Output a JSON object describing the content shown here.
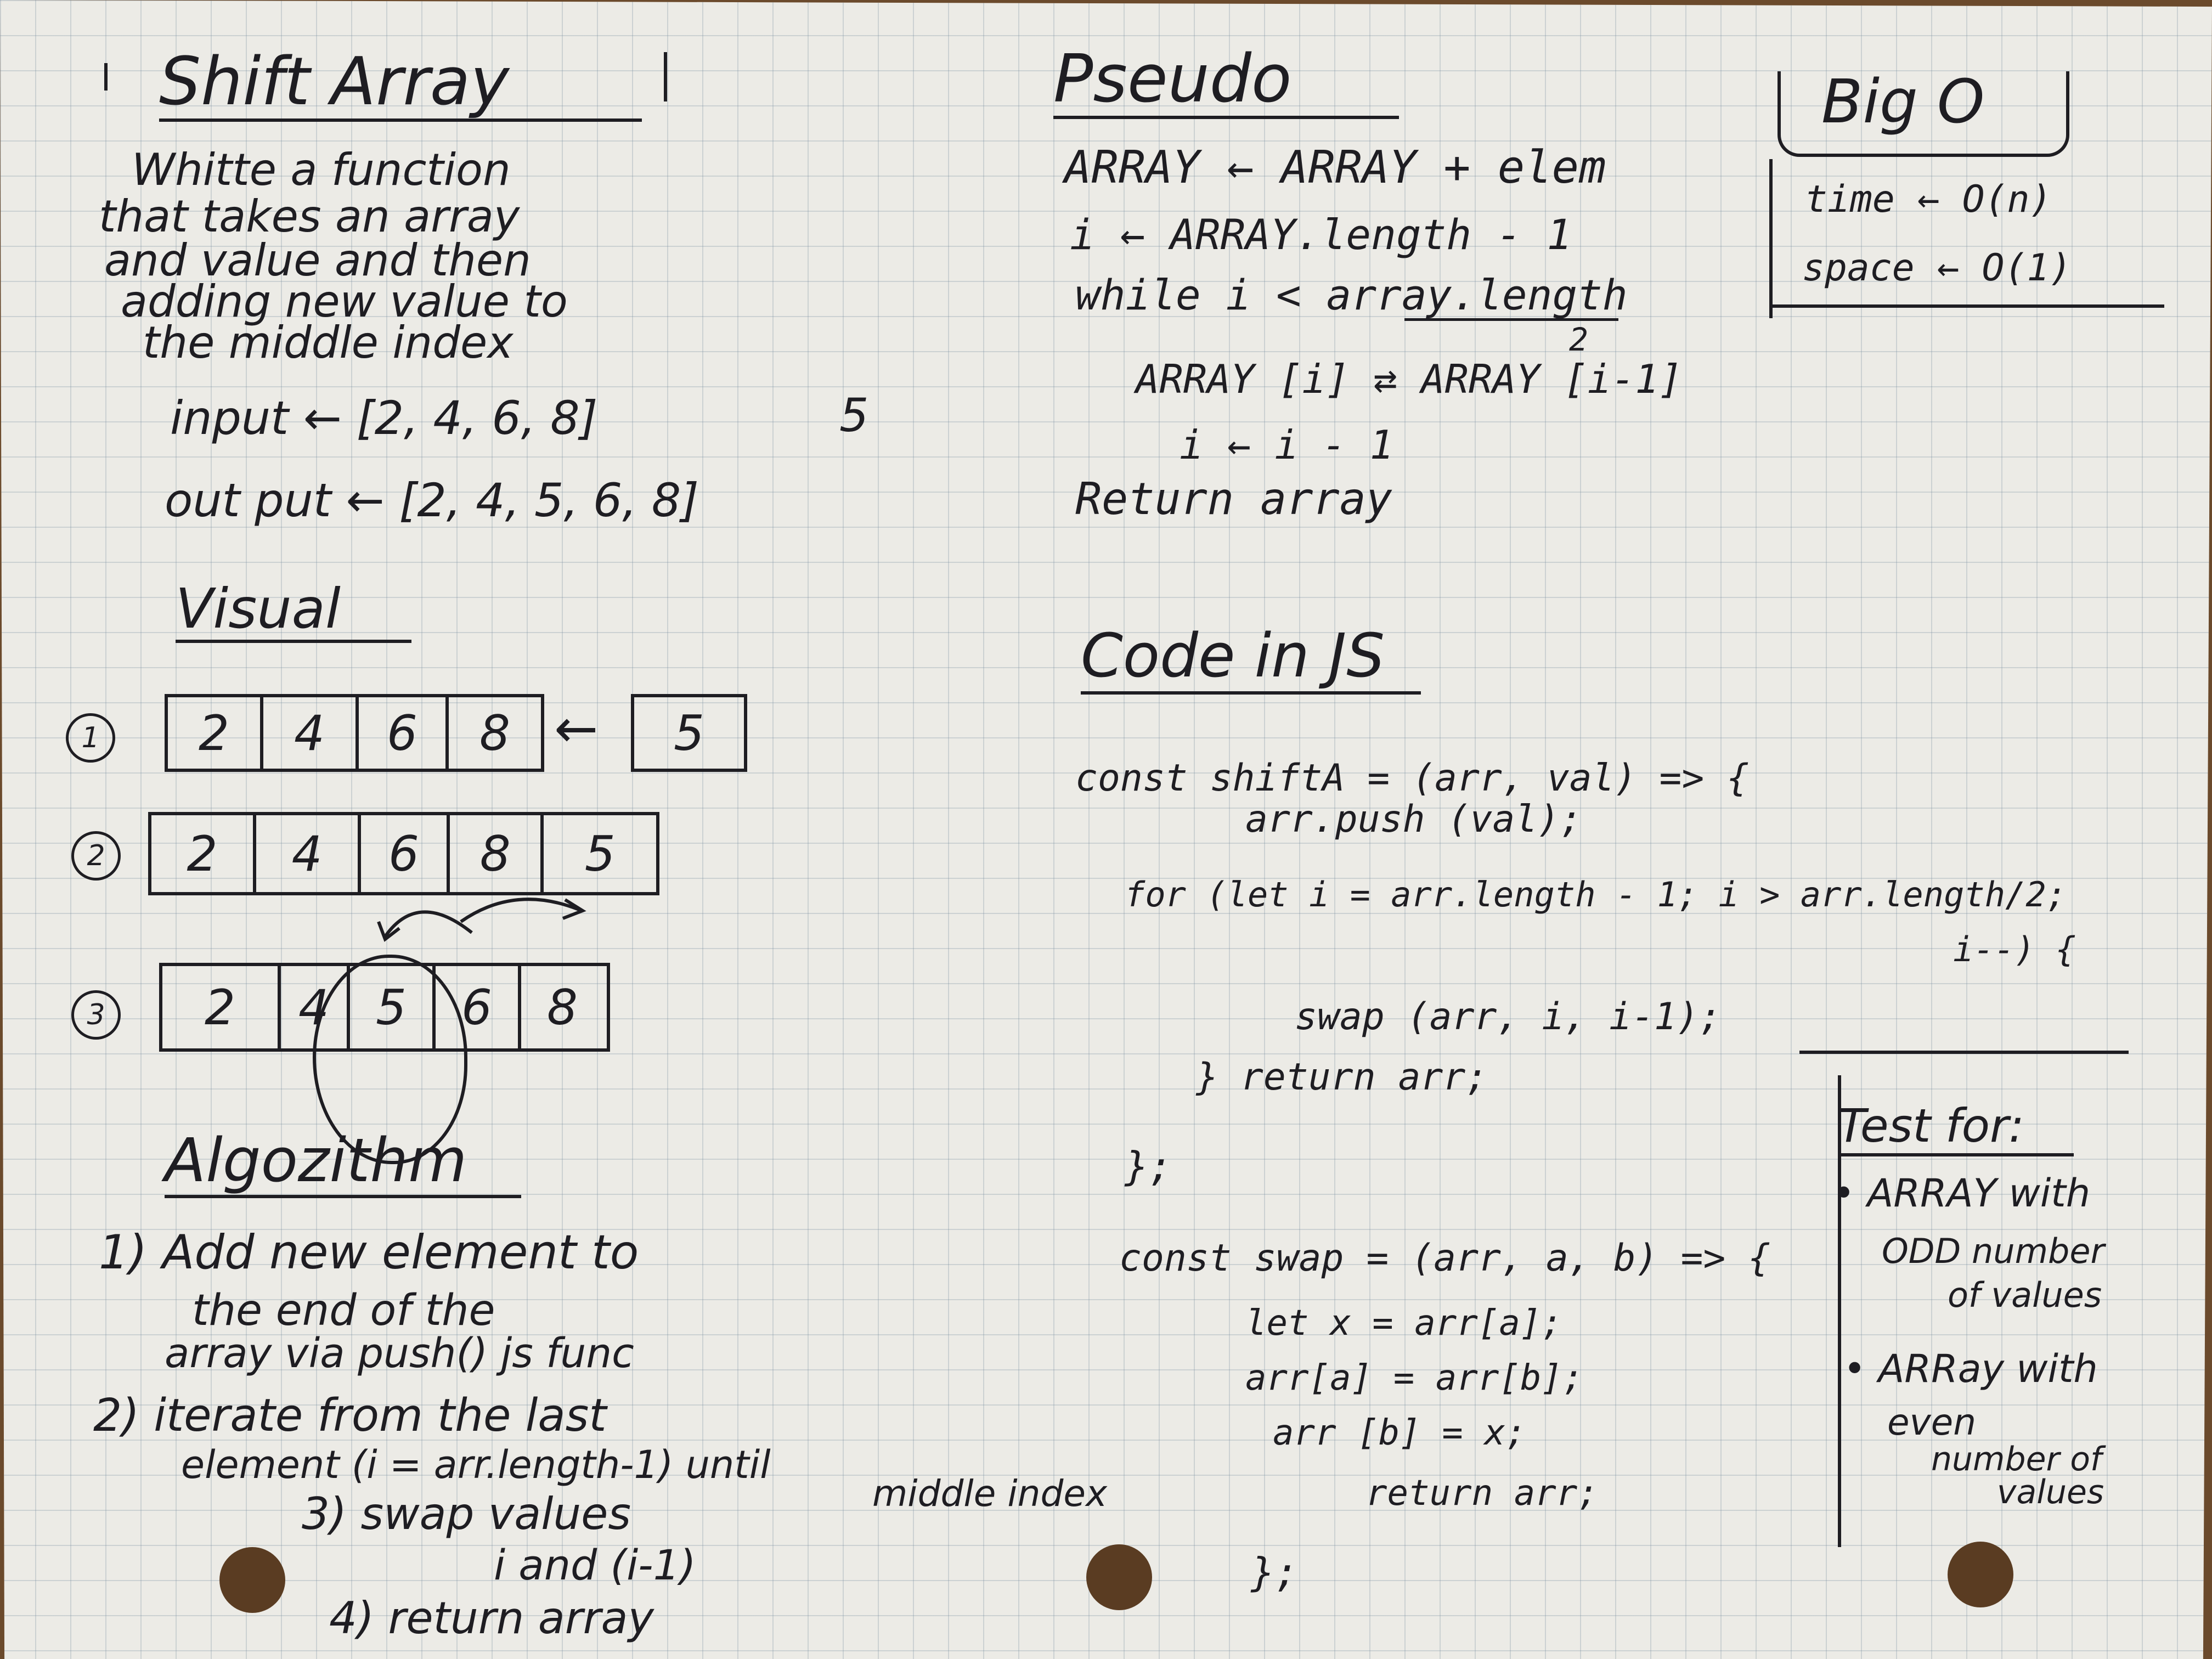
{
  "left": {
    "title": "Shift Array",
    "problem": [
      "Whitte a function",
      "that takes an array",
      "and value  and  then",
      "adding new value to",
      "the middle index"
    ],
    "input_label": "input ← [2, 4, 6, 8]",
    "input_extra": "5",
    "output_label": "out put ← [2, 4, 5, 6, 8]",
    "visual_title": "Visual",
    "visual_rows": [
      {
        "num": "1",
        "cells": [
          "2",
          "4",
          "6",
          "8"
        ],
        "arrow": "←",
        "extra": "5"
      },
      {
        "num": "2",
        "cells": [
          "2",
          "4",
          "6",
          "8",
          "5"
        ]
      },
      {
        "num": "3",
        "cells": [
          "2",
          "4",
          "5",
          "6",
          "8"
        ]
      }
    ],
    "algorithm_title": "Algozithm",
    "steps": [
      "1) Add new element to",
      "the end of the",
      "array via push() js func",
      "2) iterate from the last",
      "element (i = arr.length-1) until",
      "middle index",
      "3) swap values",
      "i and (i-1)",
      "4) return array"
    ]
  },
  "pseudo": {
    "title": "Pseudo",
    "lines": [
      "ARRAY ← ARRAY + elem",
      "i ← ARRAY.length - 1",
      "while i < array.length",
      "2",
      "ARRAY [i] ⇄ ARRAY [i-1]",
      "i ← i - 1",
      "Return   array"
    ]
  },
  "bigo": {
    "title": "Big O",
    "time": "time ← O(n)",
    "space": "space ← O(1)"
  },
  "code": {
    "title": "Code in JS",
    "lines": [
      "const shiftA = (arr, val) => {",
      "arr.push (val);",
      "for (let i = arr.length - 1; i > arr.length/2;",
      "i--) {",
      "swap (arr, i, i-1);",
      "}  return arr;",
      "};",
      "const swap = (arr, a, b) => {",
      "let x = arr[a];",
      "arr[a] = arr[b];",
      "arr [b] = x;",
      "return arr;",
      "};"
    ]
  },
  "tests": {
    "title": "Test for:",
    "items": [
      "• ARRAY with",
      "ODD number",
      "of values",
      "• ARRay with",
      "even",
      "number of",
      "values"
    ]
  }
}
